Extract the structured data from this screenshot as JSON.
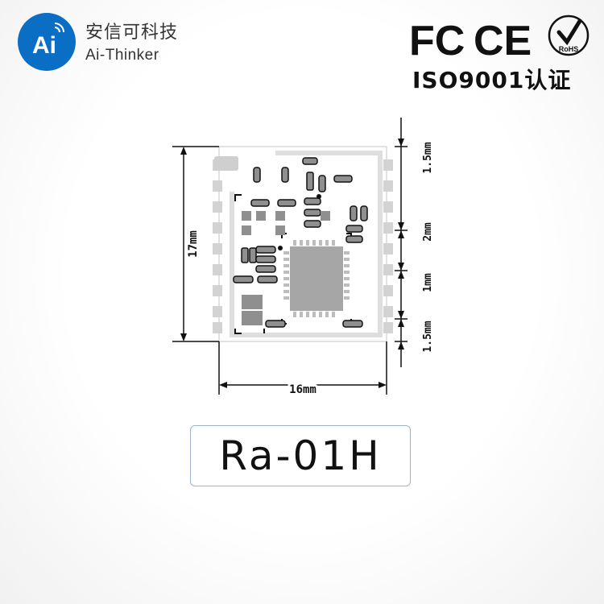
{
  "brand": {
    "logo_text": "Ai",
    "name_cn": "安信可科技",
    "name_en": "Ai-Thinker"
  },
  "certifications": {
    "fcc": "FC",
    "ce": "CE",
    "rohs": "RoHS",
    "iso": "ISO9001认证"
  },
  "dimensions": {
    "height": "17mm",
    "width": "16mm",
    "pitch_top": "1.5mm",
    "pitch_2": "2mm",
    "pitch_1": "1mm",
    "pitch_bottom": "1.5mm"
  },
  "module": {
    "name": "Ra-01H"
  },
  "colors": {
    "brand_blue": "#0a6fc4",
    "component_gray": "#8f8f8f",
    "chip_gray": "#a6a6a6",
    "board_outline": "#d9d9d9"
  }
}
